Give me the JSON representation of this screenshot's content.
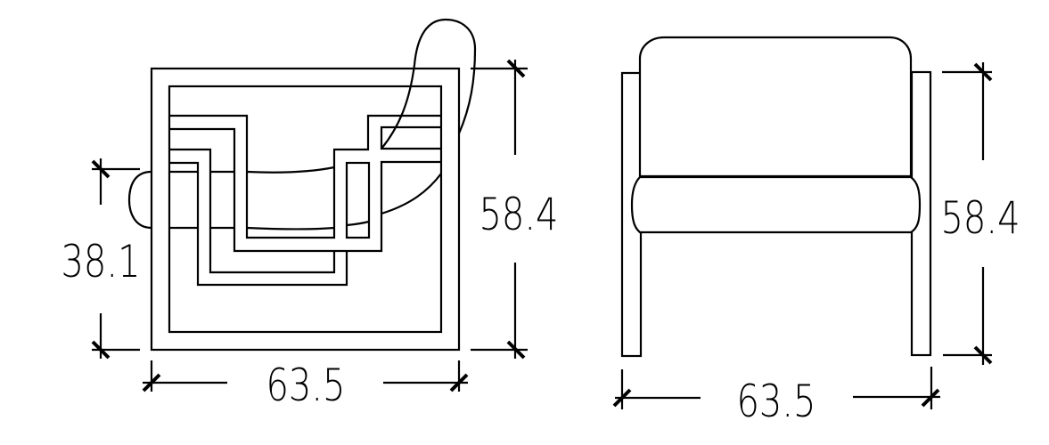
{
  "side_view": {
    "height_label": "58.4",
    "seat_height_label": "38.1",
    "width_label": "63.5"
  },
  "front_view": {
    "height_label": "58.4",
    "width_label": "63.5"
  },
  "colors": {
    "line": "#000000",
    "background": "#ffffff"
  }
}
